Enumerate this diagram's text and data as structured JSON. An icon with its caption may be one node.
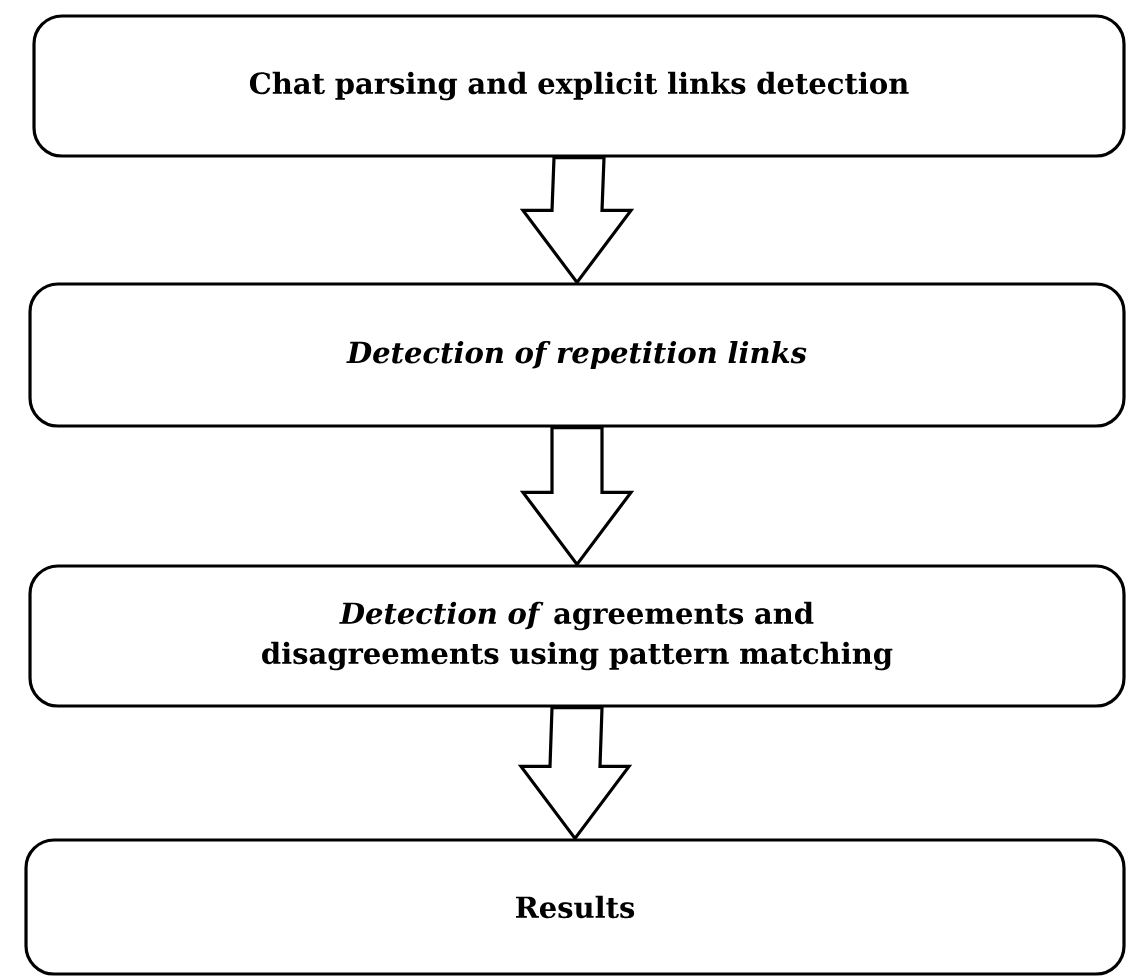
{
  "diagram": {
    "nodes": [
      {
        "text": [
          "Chat parsing and explicit links detection"
        ]
      },
      {
        "text": [
          "Detection of repetition links"
        ]
      },
      {
        "text": [
          "*Detection of* agreements and disagreements using pattern matching"
        ]
      },
      {
        "text": [
          "Results"
        ]
      }
    ],
    "edges": [
      {
        "from": 0,
        "to": 1,
        "arrow": "to"
      },
      {
        "from": 1,
        "to": 2,
        "arrow": "to"
      },
      {
        "from": 2,
        "to": 3,
        "arrow": "to"
      }
    ]
  }
}
